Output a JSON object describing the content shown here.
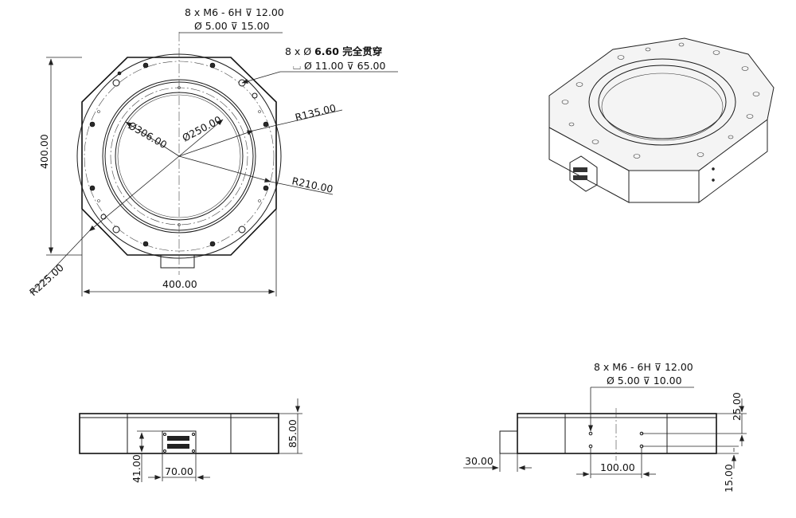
{
  "top_view": {
    "thread_callout_line1": "8 x  M6 - 6H ⊽ 12.00",
    "thread_callout_line2": "Ø  5.00 ⊽ 15.00",
    "through_hole_line1_prefix": "8 x Ø ",
    "through_hole_line1_bold": "6.60 完全贯穿",
    "through_hole_line2": "⌴  Ø  11.00 ⊽ 65.00",
    "dia_outer": "Ø306.00",
    "dia_inner": "Ø250.00",
    "radius_135": "R135.00",
    "radius_210": "R210.00",
    "radius_225": "R225.00",
    "height_dim": "400.00",
    "width_dim": "400.00"
  },
  "front_view": {
    "height_dim": "85.00",
    "connector_height_dim": "41.00",
    "connector_width_dim": "70.00"
  },
  "side_view": {
    "thread_callout_line1": "8 x  M6 - 6H ⊽ 12.00",
    "thread_callout_line2": "Ø  5.00 ⊽ 10.00",
    "offset_dim": "30.00",
    "spacing_dim": "100.00",
    "top_dim": "25.00",
    "bottom_dim": "15.00"
  }
}
